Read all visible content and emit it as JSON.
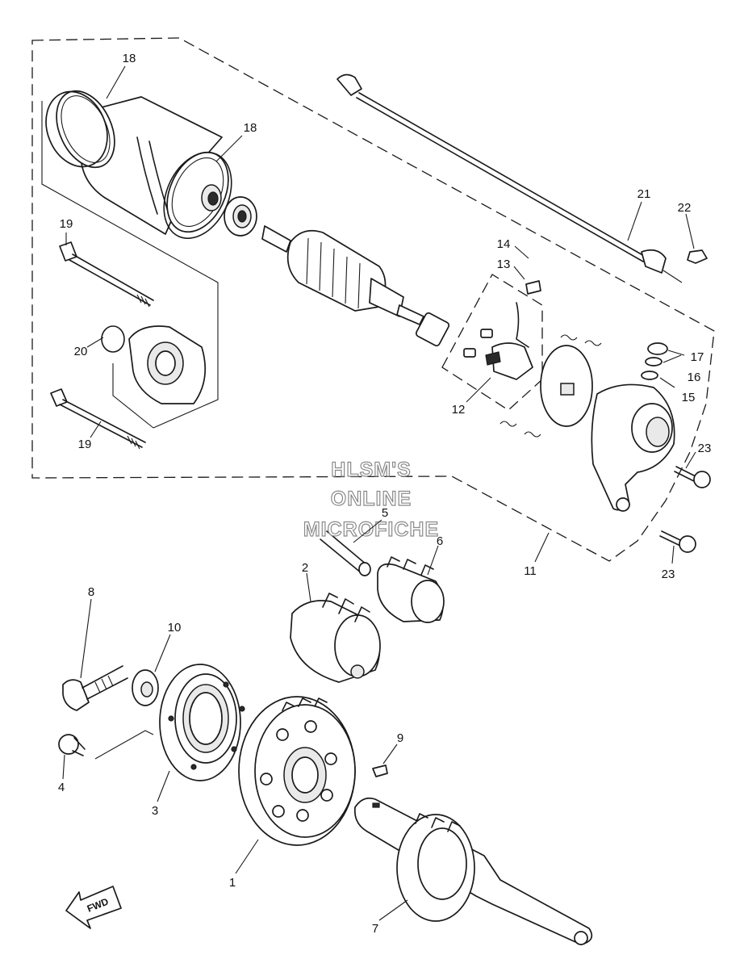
{
  "watermark": {
    "line1": "HLSM'S",
    "line2": "ONLINE",
    "line3": "MICROFICHE"
  },
  "direction_arrow": {
    "label": "FWD"
  },
  "callouts": [
    {
      "id": "c18a",
      "label": "18"
    },
    {
      "id": "c18b",
      "label": "18"
    },
    {
      "id": "c19a",
      "label": "19"
    },
    {
      "id": "c19b",
      "label": "19"
    },
    {
      "id": "c20",
      "label": "20"
    },
    {
      "id": "c21",
      "label": "21"
    },
    {
      "id": "c22",
      "label": "22"
    },
    {
      "id": "c14",
      "label": "14"
    },
    {
      "id": "c13",
      "label": "13"
    },
    {
      "id": "c12",
      "label": "12"
    },
    {
      "id": "c17",
      "label": "17"
    },
    {
      "id": "c16",
      "label": "16"
    },
    {
      "id": "c15",
      "label": "15"
    },
    {
      "id": "c23a",
      "label": "23"
    },
    {
      "id": "c23b",
      "label": "23"
    },
    {
      "id": "c11",
      "label": "11"
    },
    {
      "id": "c5",
      "label": "5"
    },
    {
      "id": "c6",
      "label": "6"
    },
    {
      "id": "c2",
      "label": "2"
    },
    {
      "id": "c8",
      "label": "8"
    },
    {
      "id": "c10",
      "label": "10"
    },
    {
      "id": "c4",
      "label": "4"
    },
    {
      "id": "c3",
      "label": "3"
    },
    {
      "id": "c1",
      "label": "1"
    },
    {
      "id": "c9",
      "label": "9"
    },
    {
      "id": "c7",
      "label": "7"
    }
  ]
}
